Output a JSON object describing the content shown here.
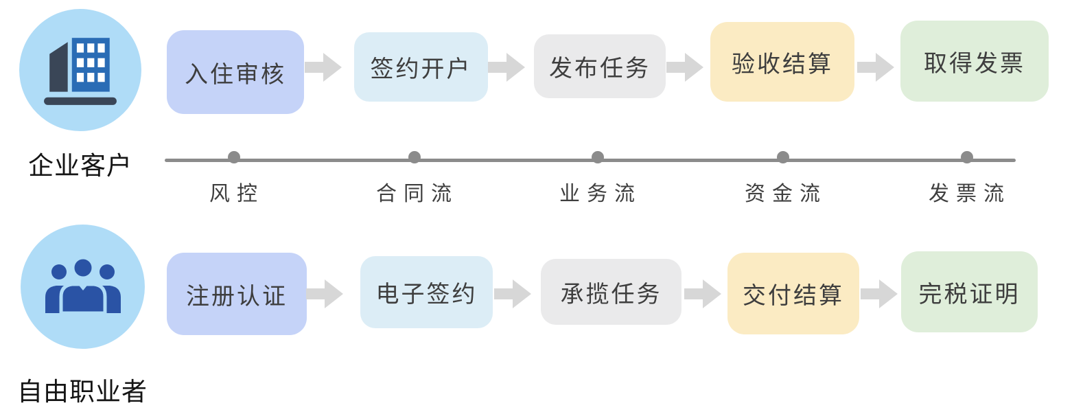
{
  "flows": {
    "enterprise": {
      "actor_label": "企业客户",
      "steps": [
        {
          "label": "入住审核",
          "bg": "#C5D3F8"
        },
        {
          "label": "签约开户",
          "bg": "#DCEDF6"
        },
        {
          "label": "发布任务",
          "bg": "#EAEAEB"
        },
        {
          "label": "验收结算",
          "bg": "#FBEBC3"
        },
        {
          "label": "取得发票",
          "bg": "#DFEEDA"
        }
      ]
    },
    "freelancer": {
      "actor_label": "自由职业者",
      "steps": [
        {
          "label": "注册认证",
          "bg": "#C5D3F8"
        },
        {
          "label": "电子签约",
          "bg": "#DCEDF6"
        },
        {
          "label": "承揽任务",
          "bg": "#EAEAEB"
        },
        {
          "label": "交付结算",
          "bg": "#FBEBC3"
        },
        {
          "label": "完税证明",
          "bg": "#DFEEDA"
        }
      ]
    }
  },
  "timeline": {
    "labels": [
      "风控",
      "合同流",
      "业务流",
      "资金流",
      "发票流"
    ]
  },
  "colors": {
    "actor_circle": "#AFDCF7",
    "arrow": "#D7D7D7",
    "timeline_line": "#8B8B8B",
    "step_text": "#3E3E3E",
    "building_icon_dark": "#3A4657",
    "building_icon_blue": "#2A6CB5",
    "people_icon_blue": "#2A53A5"
  }
}
